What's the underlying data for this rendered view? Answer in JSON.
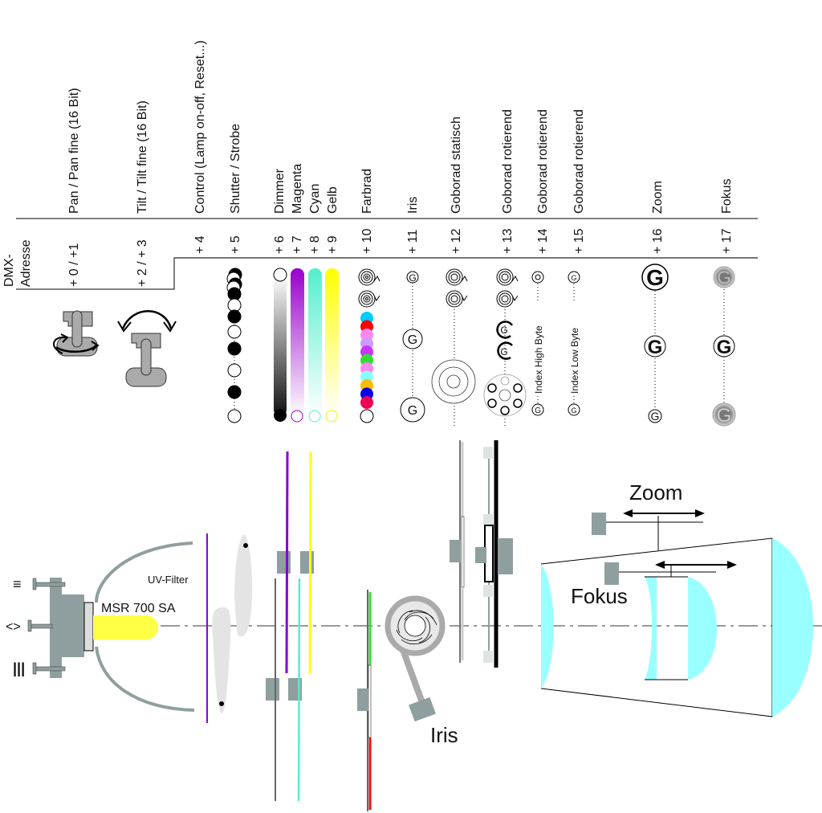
{
  "header": {
    "dmx_label_line1": "DMX-",
    "dmx_label_line2": "Adresse",
    "channels": [
      {
        "name": "Pan / Pan fine (16 Bit)",
        "address": "+ 0 / +1"
      },
      {
        "name": "Tilt / Tilt fine (16 Bit)",
        "address": "+ 2 / + 3"
      },
      {
        "name": "Control (Lamp on-off, Reset...)",
        "address": "+ 4"
      },
      {
        "name": "Shutter / Strobe",
        "address": "+ 5"
      },
      {
        "name": "Dimmer",
        "address": "+ 6"
      },
      {
        "name": "Magenta",
        "address": "+ 7"
      },
      {
        "name": "Cyan",
        "address": "+ 8"
      },
      {
        "name": "Gelb",
        "address": "+ 9"
      },
      {
        "name": "Farbrad",
        "address": "+ 10"
      },
      {
        "name": "Iris",
        "address": "+ 11"
      },
      {
        "name": "Goborad statisch",
        "address": "+ 12"
      },
      {
        "name": "Goborad rotierend",
        "address": "+ 13"
      },
      {
        "name": "Goborad rotierend",
        "address": "+ 14"
      },
      {
        "name": "Goborad rotierend",
        "address": "+ 15"
      },
      {
        "name": "Zoom",
        "address": "+ 16"
      },
      {
        "name": "Fokus",
        "address": "+ 17"
      }
    ]
  },
  "symbols": {
    "index_high_byte": "Index High Byte",
    "index_low_byte": "Index Low Byte",
    "gobo_letter": "G",
    "farbrad_colors": [
      "#00ccff",
      "#ff0000",
      "#ff88ee",
      "#cc99ff",
      "#cc33ff",
      "#33dd33",
      "#ff88ee",
      "#88ffff",
      "#ffbb00",
      "#0000ee",
      "#ee0055"
    ]
  },
  "optics": {
    "lamp_label": "MSR 700 SA",
    "uv_filter_label": "UV-Filter",
    "iris_label": "Iris",
    "zoom_label": "Zoom",
    "fokus_label": "Fokus",
    "pan_symbol": "≡",
    "tilt_symbol": "<>",
    "extra_symbol": "|||"
  },
  "colors": {
    "magenta": "#9900cc",
    "cyan": "#55eecc",
    "yellow": "#ffff00",
    "lens": "#99ffff",
    "mechanics": "#8f9f9f",
    "lamp": "#ffff44"
  }
}
